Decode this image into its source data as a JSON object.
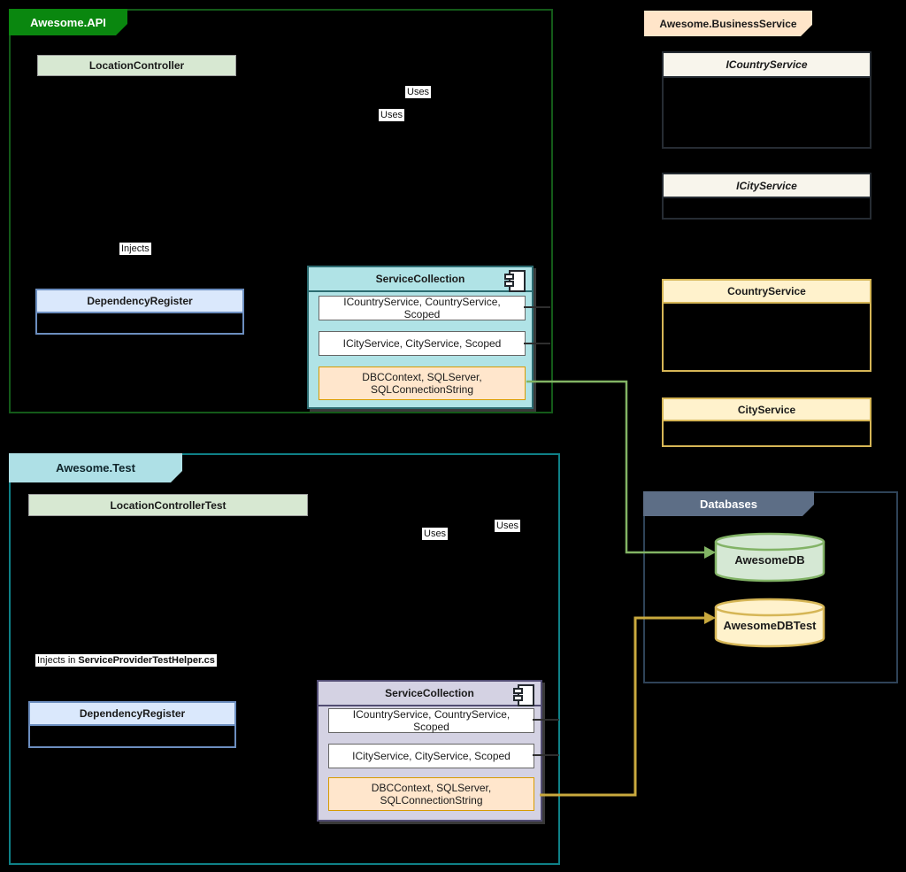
{
  "colors": {
    "background": "#000000",
    "api_border": "#145A19",
    "api_tab_fill": "#0A870F",
    "api_tab_text": "#FFFFFF",
    "test_border": "#0F8087",
    "test_tab_fill": "#AEE0E6",
    "business_tab_fill": "#FFE5C9",
    "databases_border": "#2F4358",
    "databases_tab_fill": "#5D6E86",
    "controller_fill": "#D7E8D2",
    "blue_header_fill": "#DAE8FC",
    "blue_border": "#6C8EBF",
    "teal_fill": "#B0E3E6",
    "teal_border": "#2C6B70",
    "purple_fill": "#D4D2E3",
    "purple_border": "#524D73",
    "orange_fill": "#FFE6CC",
    "orange_border": "#D79B00",
    "interface_header_fill": "#F8F5EC",
    "interface_border": "#262C33",
    "yellow_fill": "#FFF2CC",
    "yellow_border": "#D6B656",
    "db_green_fill": "#D5E8D4",
    "db_green_border": "#82B366",
    "green_arrow": "#82B464",
    "yellow_arrow": "#C9A93E"
  },
  "api": {
    "tab": "Awesome.API",
    "location_controller": "LocationController",
    "uses_1": "Uses",
    "uses_2": "Uses",
    "injects": "Injects",
    "dependency_register": "DependencyRegister",
    "service_collection": {
      "title": "ServiceCollection",
      "rows": [
        "ICountryService, CountryService, Scoped",
        "ICityService, CityService, Scoped",
        "DBCContext, SQLServer, SQLConnectionString"
      ]
    }
  },
  "test": {
    "tab": "Awesome.Test",
    "location_controller_test": "LocationControllerTest",
    "uses_1": "Uses",
    "uses_2": "Uses",
    "injects_prefix": "Injects in",
    "injects_file": "ServiceProviderTestHelper.cs",
    "dependency_register": "DependencyRegister",
    "service_collection": {
      "title": "ServiceCollection",
      "rows": [
        "ICountryService, CountryService, Scoped",
        "ICityService, CityService, Scoped",
        "DBCContext, SQLServer, SQLConnectionString"
      ]
    }
  },
  "business": {
    "tab": "Awesome.BusinessService",
    "interfaces": [
      {
        "name": "ICountryService"
      },
      {
        "name": "ICityService"
      }
    ],
    "classes": [
      {
        "name": "CountryService"
      },
      {
        "name": "CityService"
      }
    ]
  },
  "databases": {
    "tab": "Databases",
    "items": [
      {
        "name": "AwesomeDB"
      },
      {
        "name": "AwesomeDBTest"
      }
    ]
  },
  "connectors": [
    {
      "from": "ServiceCollection (API) DBCContext row",
      "to": "AwesomeDB",
      "color": "#82B464"
    },
    {
      "from": "ServiceCollection (Test) DBCContext row",
      "to": "AwesomeDBTest",
      "color": "#C9A93E"
    }
  ]
}
